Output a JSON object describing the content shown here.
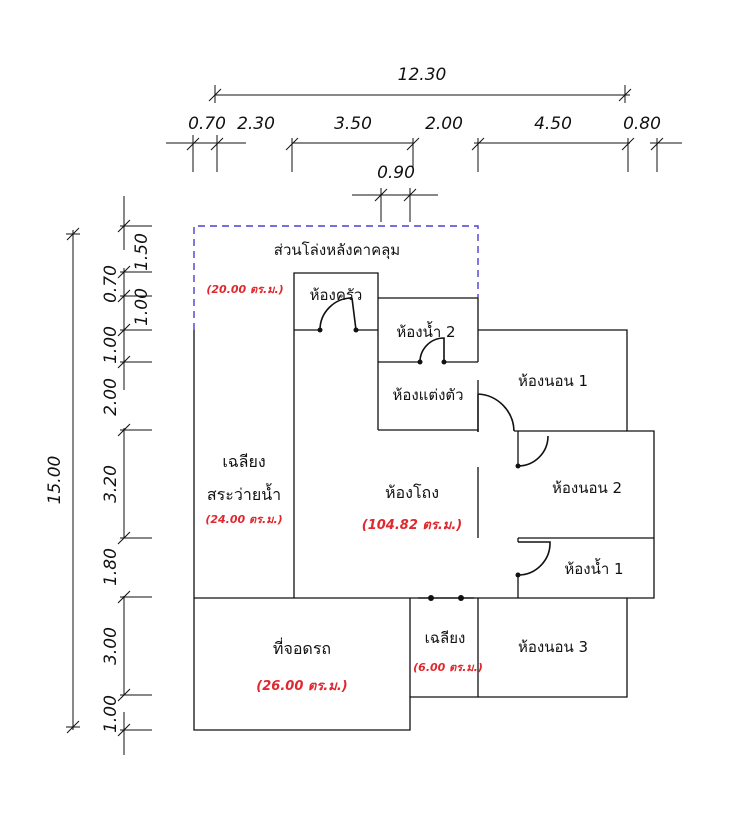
{
  "colors": {
    "area_text": "#e0282e",
    "roof_dash": "#4b3fd0",
    "line": "#111111"
  },
  "dimensions": {
    "total_width": "12.30",
    "total_depth": "15.00",
    "top_segments": [
      "0.70",
      "2.30",
      "3.50",
      "2.00",
      "4.50",
      "0.80"
    ],
    "door_gap": "0.90",
    "left_segments": [
      "1.50",
      "0.70",
      "1.00",
      "1.00",
      "2.00",
      "3.20",
      "1.80",
      "3.00",
      "1.00"
    ]
  },
  "rooms": {
    "covered_roof": {
      "name": "ส่วนโล่งหลังคาคลุม",
      "area": "(20.00 ตร.ม.)"
    },
    "kitchen": {
      "name": "ห้องครัว"
    },
    "bathroom_2": {
      "name": "ห้องน้ำ 2"
    },
    "dressing": {
      "name": "ห้องแต่งตัว"
    },
    "bedroom_1": {
      "name": "ห้องนอน 1"
    },
    "bedroom_2": {
      "name": "ห้องนอน 2"
    },
    "bathroom_1": {
      "name": "ห้องน้ำ 1"
    },
    "bedroom_3": {
      "name": "ห้องนอน 3"
    },
    "pool_terrace": {
      "name_line1": "เฉลียง",
      "name_line2": "สระว่ายน้ำ",
      "area": "(24.00 ตร.ม.)"
    },
    "hall": {
      "name": "ห้องโถง",
      "area": "(104.82 ตร.ม.)"
    },
    "carport": {
      "name": "ที่จอดรถ",
      "area": "(26.00 ตร.ม.)"
    },
    "front_terrace": {
      "name": "เฉลียง",
      "area": "(6.00 ตร.ม.)"
    }
  }
}
